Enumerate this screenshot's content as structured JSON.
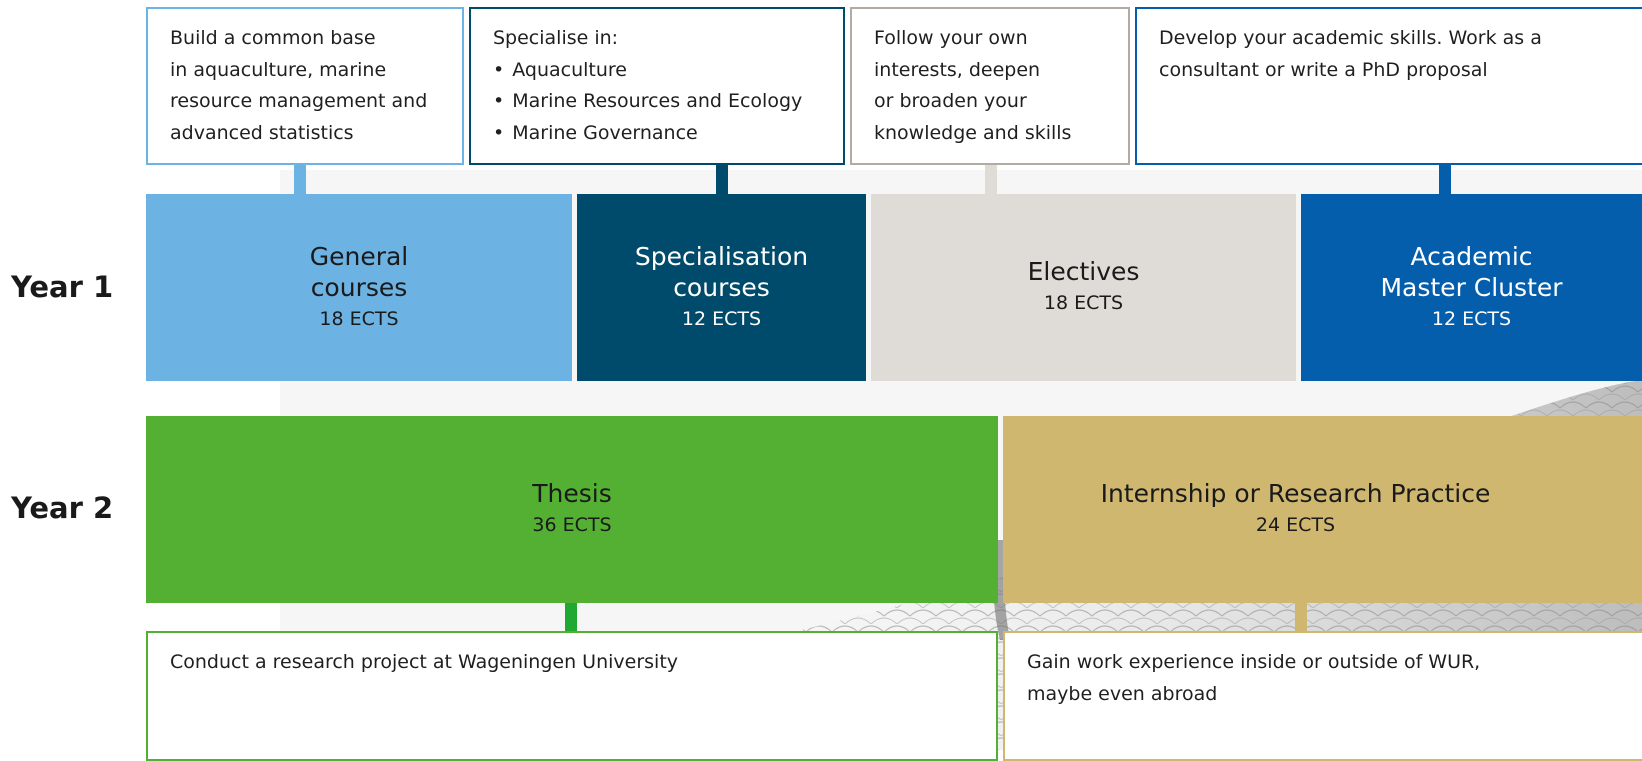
{
  "colors": {
    "general": "#6cb2e2",
    "specialisation": "#004b6b",
    "electives": "#dfdbd6",
    "academic": "#045eab",
    "thesis": "#53b033",
    "internship": "#cfb76f"
  },
  "top_descriptions": {
    "general": [
      "Build a common base",
      "in aquaculture, marine",
      "resource management and",
      "advanced statistics"
    ],
    "specialisation": {
      "intro": "Specialise in:",
      "items": [
        "Aquaculture",
        "Marine Resources and Ecology",
        "Marine Governance"
      ]
    },
    "electives": [
      "Follow your own",
      "interests, deepen",
      "or broaden your",
      "knowledge and skills"
    ],
    "academic": [
      "Develop your academic skills. Work as a",
      "consultant or write a PhD proposal"
    ]
  },
  "year1": {
    "label": "Year 1",
    "blocks": [
      {
        "title1": "General",
        "title2": "courses",
        "ects": "18 ECTS"
      },
      {
        "title1": "Specialisation",
        "title2": "courses",
        "ects": "12 ECTS"
      },
      {
        "title1": "Electives",
        "ects": "18 ECTS"
      },
      {
        "title1": "Academic",
        "title2": "Master Cluster",
        "ects": "12 ECTS"
      }
    ]
  },
  "year2": {
    "label": "Year 2",
    "blocks": [
      {
        "title": "Thesis",
        "ects": "36 ECTS"
      },
      {
        "title": "Internship or Research Practice",
        "ects": "24 ECTS"
      }
    ]
  },
  "bottom_descriptions": {
    "thesis": "Conduct a research project at Wageningen University",
    "internship": [
      "Gain work experience inside or outside of WUR,",
      "maybe even abroad"
    ]
  }
}
